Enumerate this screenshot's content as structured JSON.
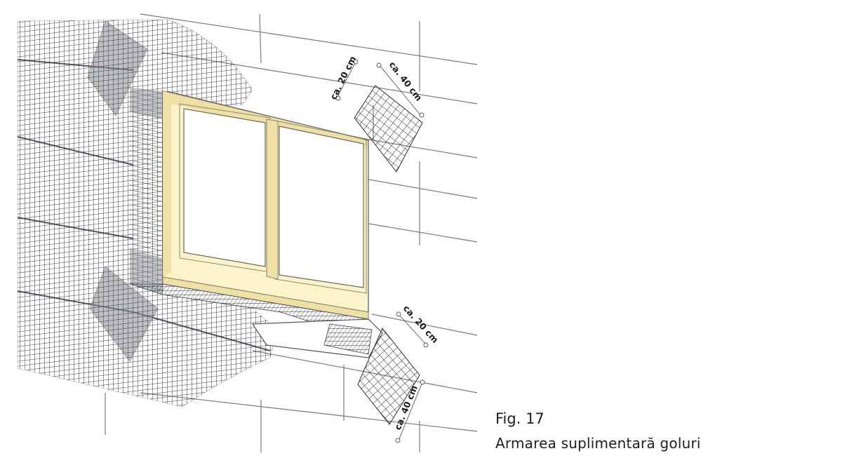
{
  "figure": {
    "number": "Fig. 17",
    "title": "Armarea suplimentară goluri"
  },
  "annotations": {
    "top_small_diagonal": "ca. 20 cm",
    "top_large_diagonal": "ca. 40 cm",
    "bottom_small_diagonal": "ca. 20 cm",
    "bottom_large_diagonal": "ca. 40 cm"
  },
  "colors": {
    "mesh": "#3a3f48",
    "patch": "#8a8c90",
    "frame": "#fbf3c9",
    "frame_shade": "#efe1a6",
    "board_line": "#7a7a7a"
  }
}
